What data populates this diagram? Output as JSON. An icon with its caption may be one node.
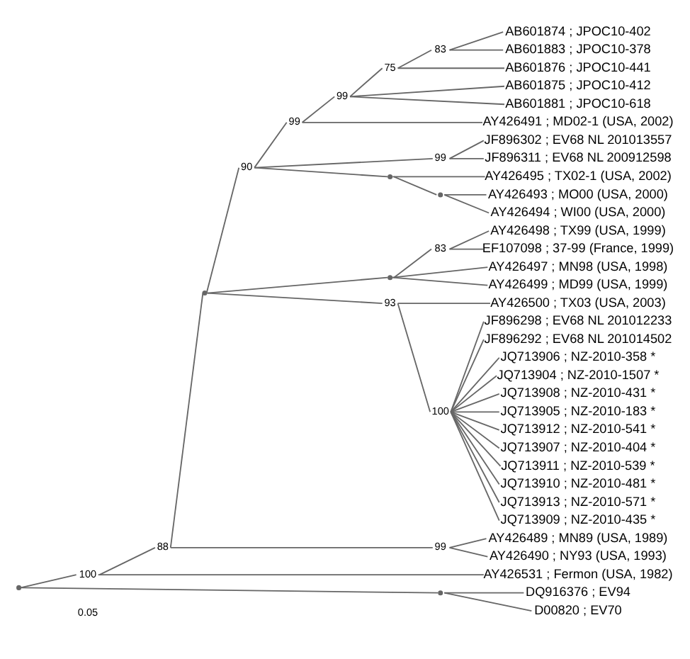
{
  "diagram": {
    "nodes": [
      {
        "text": [],
        "shape": "point"
      },
      {
        "text": [],
        "shape": "point",
        "beside": [
          "100"
        ]
      },
      {
        "text": [],
        "shape": "point",
        "beside": [
          "88"
        ]
      },
      {
        "text": [],
        "shape": "point"
      },
      {
        "text": [],
        "shape": "point",
        "beside": [
          "90"
        ]
      },
      {
        "text": [],
        "shape": "point",
        "beside": [
          "99"
        ]
      },
      {
        "text": [],
        "shape": "point",
        "beside": [
          "99"
        ]
      },
      {
        "text": [],
        "shape": "point",
        "beside": [
          "75"
        ]
      },
      {
        "text": [],
        "shape": "point",
        "beside": [
          "83"
        ]
      },
      {
        "text": [
          "AB601874 ; JPOC10-402"
        ]
      },
      {
        "text": [
          "AB601883 ; JPOC10-378"
        ]
      },
      {
        "text": [
          "AB601876 ; JPOC10-441"
        ]
      },
      {
        "text": [
          "AB601875 ; JPOC10-412"
        ]
      },
      {
        "text": [
          "AB601881 ; JPOC10-618"
        ]
      },
      {
        "text": [
          "AY426491 ; MD02-1 (USA, 2002)"
        ]
      },
      {
        "text": [],
        "shape": "point",
        "beside": [
          "99"
        ]
      },
      {
        "text": [
          "JF896302 ; EV68 NL 201013557"
        ]
      },
      {
        "text": [
          "JF896311 ; EV68 NL 200912598"
        ]
      },
      {
        "text": [],
        "shape": "point"
      },
      {
        "text": [
          "AY426495 ; TX02-1 (USA, 2002)"
        ]
      },
      {
        "text": [],
        "shape": "point"
      },
      {
        "text": [
          "AY426493 ; MO00 (USA, 2000)"
        ]
      },
      {
        "text": [
          "AY426494 ; WI00 (USA, 2000)"
        ]
      },
      {
        "text": [],
        "shape": "point"
      },
      {
        "text": [],
        "shape": "point",
        "beside": [
          "83"
        ]
      },
      {
        "text": [
          "AY426498 ; TX99 (USA, 1999)"
        ]
      },
      {
        "text": [
          "EF107098 ; 37-99 (France, 1999)"
        ]
      },
      {
        "text": [
          "AY426497 ; MN98 (USA, 1998)"
        ]
      },
      {
        "text": [
          "AY426499 ; MD99 (USA, 1999)"
        ]
      },
      {
        "text": [],
        "shape": "point",
        "beside": [
          "93"
        ]
      },
      {
        "text": [
          "AY426500 ; TX03 (USA, 2003)"
        ]
      },
      {
        "text": [],
        "shape": "point",
        "beside": [
          "100"
        ]
      },
      {
        "text": [
          "JF896298 ; EV68 NL 201012233"
        ]
      },
      {
        "text": [
          "JF896292 ; EV68 NL 201014502"
        ]
      },
      {
        "text": [
          "JQ713906 ; NZ-2010-358 *"
        ]
      },
      {
        "text": [
          "JQ713904 ; NZ-2010-1507 *"
        ]
      },
      {
        "text": [
          "JQ713908 ; NZ-2010-431 *"
        ]
      },
      {
        "text": [
          "JQ713905 ; NZ-2010-183 *"
        ]
      },
      {
        "text": [
          "JQ713912 ; NZ-2010-541 *"
        ]
      },
      {
        "text": [
          "JQ713907 ; NZ-2010-404 *"
        ]
      },
      {
        "text": [
          "JQ713911 ; NZ-2010-539 *"
        ]
      },
      {
        "text": [
          "JQ713910 ; NZ-2010-481 *"
        ]
      },
      {
        "text": [
          "JQ713913 ; NZ-2010-571 *"
        ]
      },
      {
        "text": [
          "JQ713909 ; NZ-2010-435 *"
        ]
      },
      {
        "text": [],
        "shape": "point",
        "beside": [
          "99"
        ]
      },
      {
        "text": [
          "AY426489 ; MN89 (USA, 1989)"
        ]
      },
      {
        "text": [
          "AY426490 ; NY93 (USA, 1993)"
        ]
      },
      {
        "text": [
          "AY426531 ; Fermon (USA, 1982)"
        ]
      },
      {
        "text": [],
        "shape": "point"
      },
      {
        "text": [
          "DQ916376 ; EV94"
        ]
      },
      {
        "text": [
          "D00820 ; EV70"
        ]
      }
    ],
    "edges": [
      {
        "from": 0,
        "to": 1,
        "arrow": "none"
      },
      {
        "from": 0,
        "to": 48,
        "arrow": "none"
      },
      {
        "from": 1,
        "to": 2,
        "arrow": "none"
      },
      {
        "from": 1,
        "to": 47,
        "arrow": "none"
      },
      {
        "from": 2,
        "to": 3,
        "arrow": "none"
      },
      {
        "from": 2,
        "to": 44,
        "arrow": "none"
      },
      {
        "from": 3,
        "to": 4,
        "arrow": "none"
      },
      {
        "from": 3,
        "to": 23,
        "arrow": "none"
      },
      {
        "from": 3,
        "to": 29,
        "arrow": "none"
      },
      {
        "from": 4,
        "to": 5,
        "arrow": "none"
      },
      {
        "from": 4,
        "to": 15,
        "arrow": "none"
      },
      {
        "from": 4,
        "to": 18,
        "arrow": "none"
      },
      {
        "from": 5,
        "to": 6,
        "arrow": "none"
      },
      {
        "from": 5,
        "to": 14,
        "arrow": "none"
      },
      {
        "from": 6,
        "to": 7,
        "arrow": "none"
      },
      {
        "from": 6,
        "to": 12,
        "arrow": "none"
      },
      {
        "from": 6,
        "to": 13,
        "arrow": "none"
      },
      {
        "from": 7,
        "to": 8,
        "arrow": "none"
      },
      {
        "from": 7,
        "to": 11,
        "arrow": "none"
      },
      {
        "from": 8,
        "to": 9,
        "arrow": "none"
      },
      {
        "from": 8,
        "to": 10,
        "arrow": "none"
      },
      {
        "from": 15,
        "to": 16,
        "arrow": "none"
      },
      {
        "from": 15,
        "to": 17,
        "arrow": "none"
      },
      {
        "from": 18,
        "to": 19,
        "arrow": "none"
      },
      {
        "from": 18,
        "to": 20,
        "arrow": "none"
      },
      {
        "from": 20,
        "to": 21,
        "arrow": "none"
      },
      {
        "from": 20,
        "to": 22,
        "arrow": "none"
      },
      {
        "from": 23,
        "to": 24,
        "arrow": "none"
      },
      {
        "from": 23,
        "to": 27,
        "arrow": "none"
      },
      {
        "from": 23,
        "to": 28,
        "arrow": "none"
      },
      {
        "from": 24,
        "to": 25,
        "arrow": "none"
      },
      {
        "from": 24,
        "to": 26,
        "arrow": "none"
      },
      {
        "from": 29,
        "to": 30,
        "arrow": "none"
      },
      {
        "from": 29,
        "to": 31,
        "arrow": "none"
      },
      {
        "from": 31,
        "to": 32,
        "arrow": "none"
      },
      {
        "from": 31,
        "to": 33,
        "arrow": "none"
      },
      {
        "from": 31,
        "to": 34,
        "arrow": "none"
      },
      {
        "from": 31,
        "to": 35,
        "arrow": "none"
      },
      {
        "from": 31,
        "to": 36,
        "arrow": "none"
      },
      {
        "from": 31,
        "to": 37,
        "arrow": "none"
      },
      {
        "from": 31,
        "to": 38,
        "arrow": "none"
      },
      {
        "from": 31,
        "to": 39,
        "arrow": "none"
      },
      {
        "from": 31,
        "to": 40,
        "arrow": "none"
      },
      {
        "from": 31,
        "to": 41,
        "arrow": "none"
      },
      {
        "from": 31,
        "to": 42,
        "arrow": "none"
      },
      {
        "from": 31,
        "to": 43,
        "arrow": "none"
      },
      {
        "from": 44,
        "to": 45,
        "arrow": "none"
      },
      {
        "from": 44,
        "to": 46,
        "arrow": "none"
      },
      {
        "from": 48,
        "to": 49,
        "arrow": "none"
      },
      {
        "from": 48,
        "to": 50,
        "arrow": "none"
      }
    ],
    "labels": [
      "0.05"
    ]
  }
}
